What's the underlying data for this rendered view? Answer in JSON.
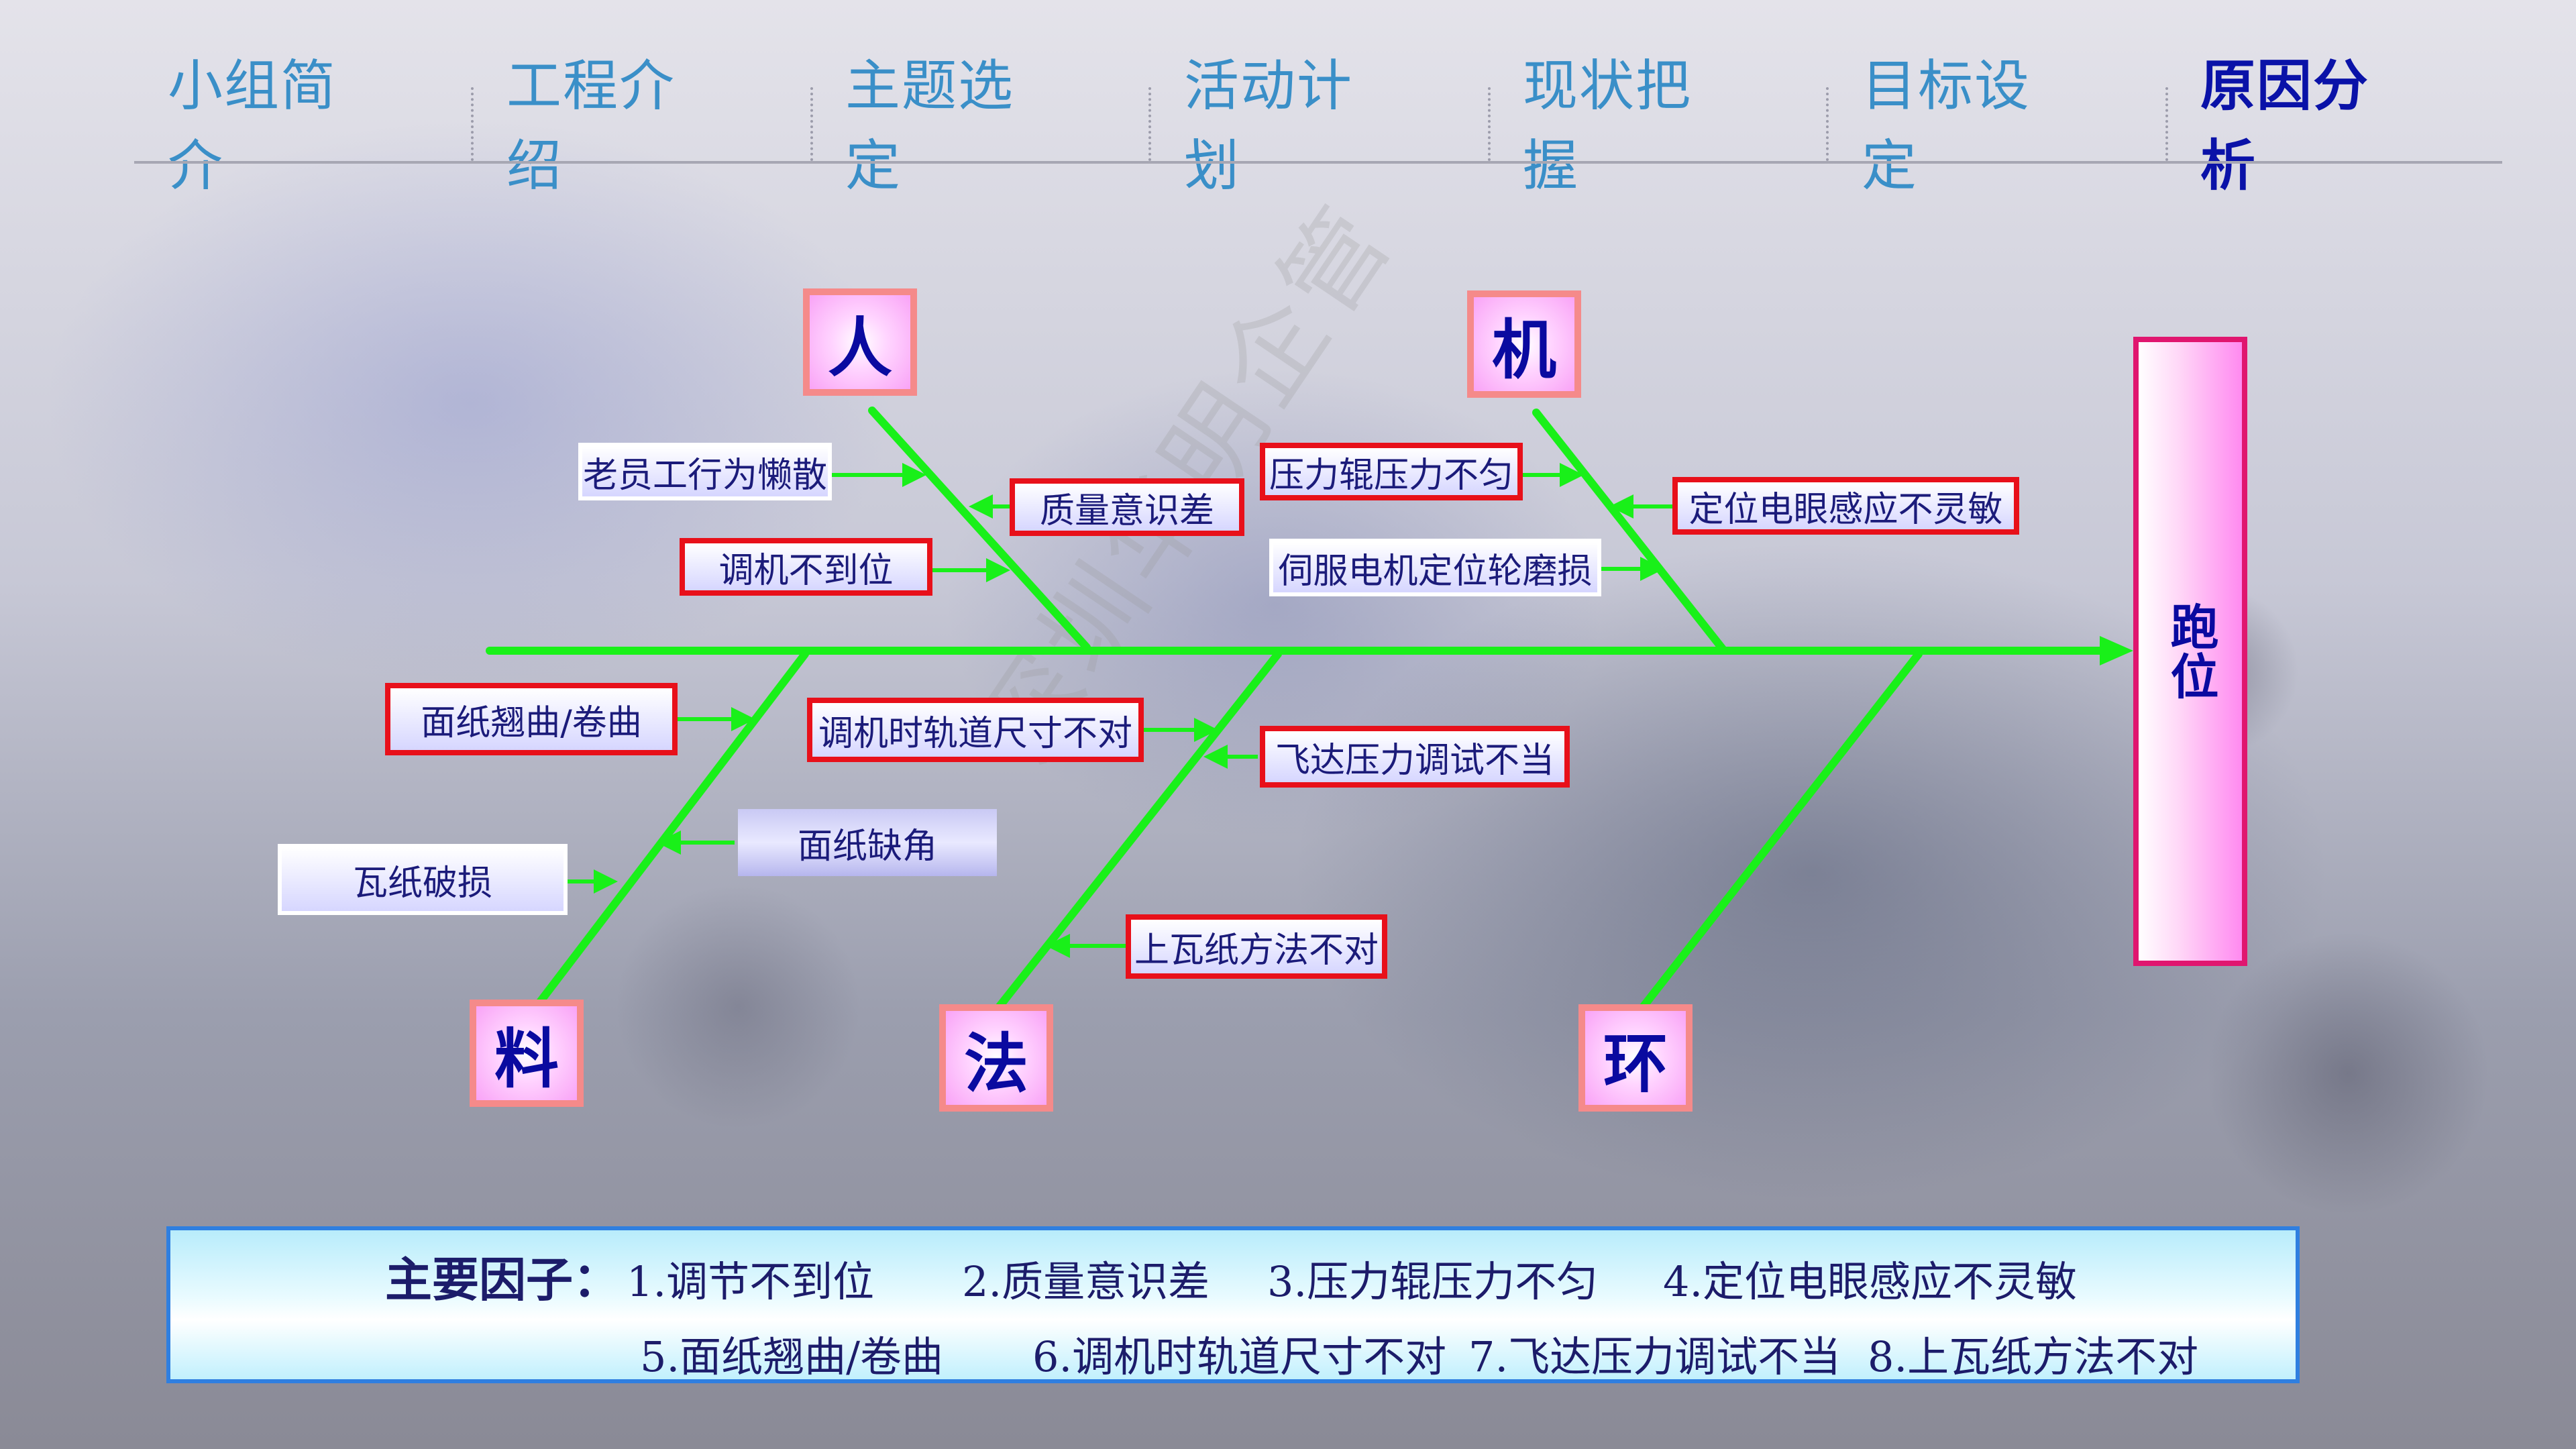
{
  "nav": {
    "items": [
      "小组简介",
      "工程介绍",
      "主题选定",
      "活动计划",
      "现状把握",
      "目标设定",
      "原因分析"
    ],
    "active_index": 6
  },
  "diagram": {
    "effect": "跑位",
    "categories": {
      "ren": "人",
      "ji": "机",
      "liao": "料",
      "fa": "法",
      "huan": "环"
    },
    "causes": {
      "ren_1": "老员工行为懒散",
      "ren_2": "质量意识差",
      "ren_3": "调机不到位",
      "ji_1": "压力辊压力不匀",
      "ji_2": "定位电眼感应不灵敏",
      "ji_3": "伺服电机定位轮磨损",
      "liao_1": "面纸翘曲/卷曲",
      "liao_2": "面纸缺角",
      "liao_3": "瓦纸破损",
      "fa_1": "调机时轨道尺寸不对",
      "fa_2": "飞达压力调试不当",
      "fa_3": "上瓦纸方法不对"
    },
    "colors": {
      "bone": "#19f019",
      "red_border": "#e8101a",
      "category_border": "#f58a8a",
      "effect_border": "#e0166f"
    }
  },
  "summary": {
    "label": "主要因子：",
    "items": [
      "1.调节不到位",
      "2.质量意识差",
      "3.压力辊压力不匀",
      "4.定位电眼感应不灵敏",
      "5.面纸翘曲/卷曲",
      "6.调机时轨道尺寸不对",
      "7.飞达压力调试不当",
      "8.上瓦纸方法不对"
    ]
  },
  "watermark": "深圳华明企管"
}
